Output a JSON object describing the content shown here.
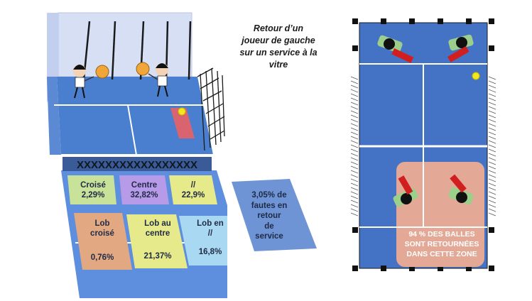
{
  "title": {
    "lines": [
      "Retour d’un",
      "joueur de gauche",
      "sur un service à la",
      "vitre"
    ]
  },
  "zones": [
    {
      "id": "croise",
      "label": "Croisé",
      "value": "2,29%"
    },
    {
      "id": "centre",
      "label": "Centre",
      "value": "32,82%"
    },
    {
      "id": "parallele",
      "label": "//",
      "value": "22,9%"
    },
    {
      "id": "lob-croise",
      "label_lines": [
        "Lob",
        "croisé"
      ],
      "value": "0,76%"
    },
    {
      "id": "lob-centre",
      "label_lines": [
        "Lob au",
        "centre"
      ],
      "value": "21,37%"
    },
    {
      "id": "lob-parallele",
      "label_lines": [
        "Lob en",
        "//"
      ],
      "value": "16,8%"
    }
  ],
  "fault_note": {
    "lines": [
      "3,05% de",
      "fautes en",
      "retour",
      "de",
      "service"
    ]
  },
  "zone_note": {
    "lines": [
      "94 % DES BALLES",
      "SONT RETOURNÉES",
      "DANS CETTE ZONE"
    ]
  },
  "colors": {
    "court_blue": "#4472c4",
    "court_light": "#6f94d6",
    "zone_green": "#c9e29a",
    "zone_purple": "#b79be8",
    "zone_yellow": "#e7ea8a",
    "zone_orange": "#e2a882",
    "zone_light_blue": "#a9d9f2",
    "return_zone": "#e3a996",
    "service_box": "#e06270",
    "ball": "#f2e81c",
    "racket_red": "#d11f1f",
    "shirt_green": "#9ccf8c"
  }
}
